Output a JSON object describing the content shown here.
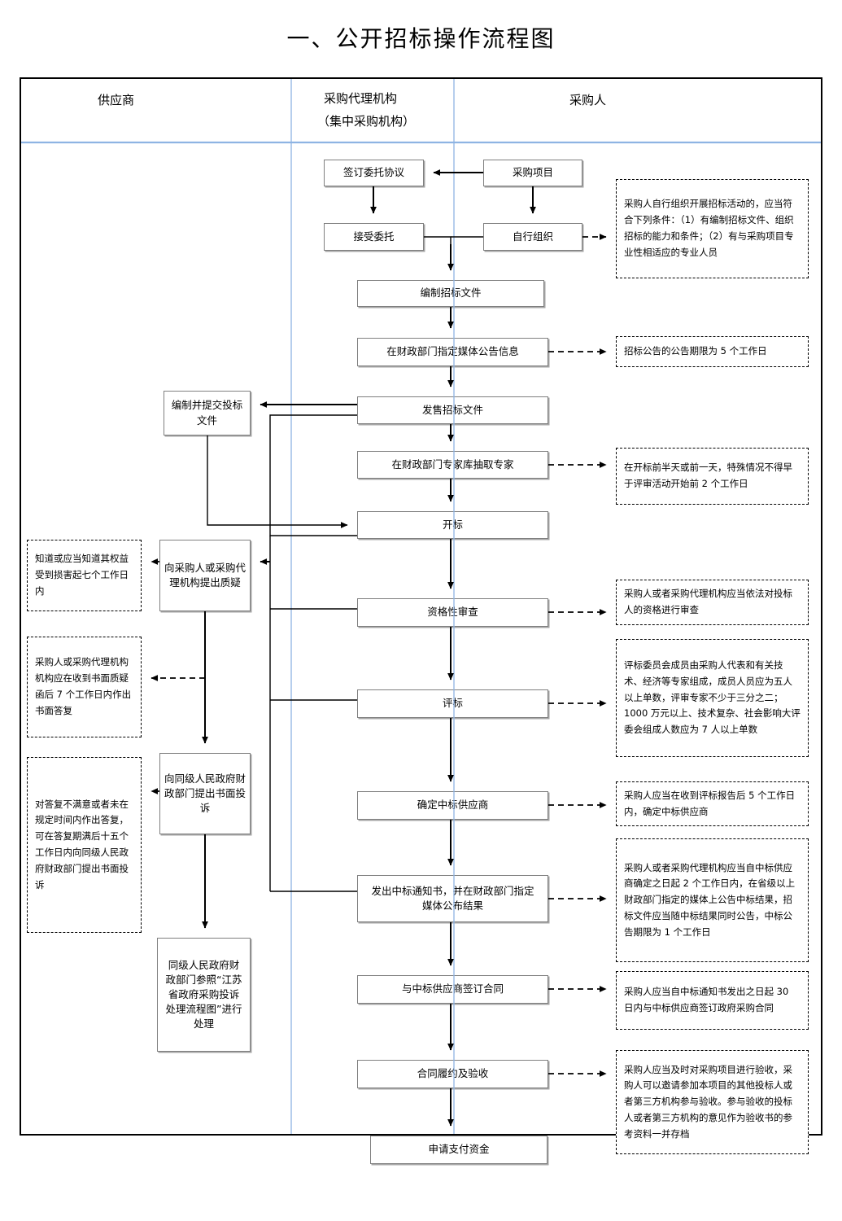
{
  "title": "一、公开招标操作流程图",
  "lanes": [
    {
      "name": "supplier",
      "label": "供应商"
    },
    {
      "name": "agency",
      "label_line1": "采购代理机构",
      "label_line2": "（集中采购机构）"
    },
    {
      "name": "purchaser",
      "label": "采购人"
    }
  ],
  "nodes": {
    "sign_entrust": "签订委托协议",
    "procure_project": "采购项目",
    "accept_entrust": "接受委托",
    "self_organize": "自行组织",
    "prepare_docs": "编制招标文件",
    "publish_notice": "在财政部门指定媒体公告信息",
    "sell_docs": "发售招标文件",
    "prepare_submit_bid": "编制并提交投标文件",
    "draw_experts": "在财政部门专家库抽取专家",
    "bid_opening": "开标",
    "qualification_review": "资格性审查",
    "bid_evaluation": "评标",
    "determine_winner": "确定中标供应商",
    "issue_notice_publish": "发出中标通知书，并在财政部门指定媒体公布结果",
    "sign_contract": "与中标供应商签订合同",
    "contract_perform_accept": "合同履约及验收",
    "apply_payment": "申请支付资金",
    "raise_query": "向采购人或采购代理机构提出质疑",
    "file_complaint": "向同级人民政府财政部门提出书面投诉",
    "complaint_handling": "同级人民政府财政部门参照“江苏省政府采购投诉处理流程图”进行处理"
  },
  "notes": {
    "self_organize_conditions": "采购人自行组织开展招标活动的，应当符合下列条件：（1）有编制招标文件、组织招标的能力和条件；（2）有与采购项目专业性相适应的专业人员",
    "notice_period": "招标公告的公告期限为 5 个工作日",
    "expert_draw_timing": "在开标前半天或前一天，特殊情况不得早于评审活动开始前 2 个工作日",
    "qualification_note": "采购人或者采购代理机构应当依法对投标人的资格进行审查",
    "evaluation_committee": "评标委员会成员由采购人代表和有关技术、经济等专家组成，成员人员应为五人以上单数，评审专家不少于三分之二；1000 万元以上、技术复杂、社会影响大评委会组成人数应为 7 人以上单数",
    "determine_winner_note": "采购人应当在收到评标报告后 5 个工作日内，确定中标供应商",
    "publish_result_note": "采购人或者采购代理机构应当自中标供应商确定之日起 2 个工作日内，在省级以上财政部门指定的媒体上公告中标结果，招标文件应当随中标结果同时公告，中标公告期限为 1 个工作日",
    "contract_note": "采购人应当自中标通知书发出之日起 30 日内与中标供应商签订政府采购合同",
    "acceptance_note": "采购人应当及时对采购项目进行验收，采购人可以邀请参加本项目的其他投标人或者第三方机构参与验收。参与验收的投标人或者第三方机构的意见作为验收书的参考资料一并存档",
    "query_deadline": "知道或应当知道其权益受到损害起七个工作日内",
    "query_reply": "采购人或采购代理机构机构应在收到书面质疑函后 7 个工作日内作出书面答复",
    "complaint_deadline": "对答复不满意或者未在规定时间内作出答复，可在答复期满后十五个工作日内向同级人民政府财政部门提出书面投诉"
  },
  "colors": {
    "lane_divider": "#8eb4e3",
    "node_border": "#7f7f7f",
    "node_shadow": "#a6a6a6",
    "frame": "#000000",
    "connector": "#000000"
  }
}
